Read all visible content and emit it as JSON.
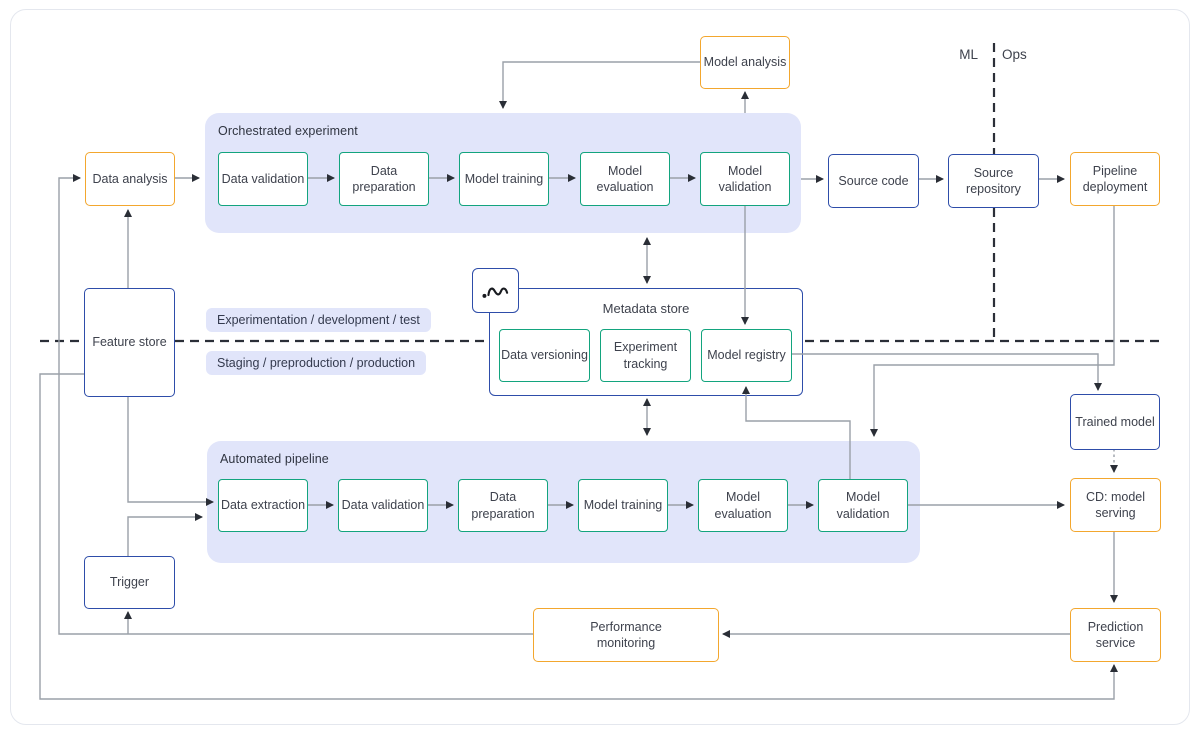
{
  "diagram": {
    "divider": {
      "ml": "ML",
      "ops": "Ops"
    },
    "zones": {
      "top_label": "Experimentation / development / test",
      "bottom_label": "Staging / preproduction / production"
    },
    "containers": {
      "orchestrated": {
        "label": "Orchestrated experiment",
        "steps": [
          "Data validation",
          "Data preparation",
          "Model training",
          "Model evaluation",
          "Model validation"
        ]
      },
      "automated": {
        "label": "Automated pipeline",
        "steps": [
          "Data extraction",
          "Data validation",
          "Data preparation",
          "Model training",
          "Model evaluation",
          "Model validation"
        ]
      },
      "metadata": {
        "label": "Metadata store",
        "icon": "signal-wave-icon",
        "items": [
          "Data versioning",
          "Experiment tracking",
          "Model registry"
        ]
      }
    },
    "nodes": {
      "data_analysis": "Data analysis",
      "model_analysis": "Model analysis",
      "source_code": "Source code",
      "source_repository": "Source repository",
      "pipeline_deployment": "Pipeline deployment",
      "feature_store": "Feature store",
      "trigger": "Trigger",
      "trained_model": "Trained model",
      "cd_model_serving": "CD: model serving",
      "prediction_service": "Prediction service",
      "performance_monitoring": "Performance monitoring"
    },
    "colors": {
      "green": "#13a47e",
      "orange": "#f3a72e",
      "blue": "#2e4da9",
      "lavender": "#e1e5fa",
      "line": "#9aa0a8",
      "arrow": "#2a2e36",
      "dash": "#2b2f38",
      "text": "#3e424d"
    }
  }
}
